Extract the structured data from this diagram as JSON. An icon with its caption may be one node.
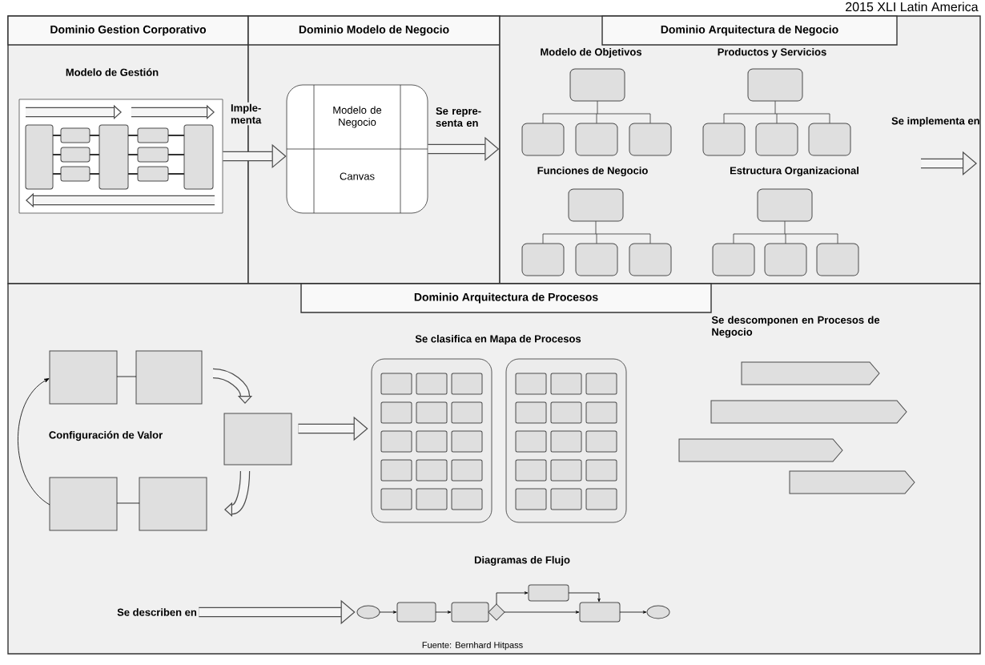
{
  "diagram": {
    "nodes": [
      {
        "text": [
          "Dominio Gestion Corporativo"
        ]
      },
      {
        "text": [
          "Dominio Modelo de Negocio"
        ]
      },
      {
        "text": [
          "Dominio Arquitectura de Negocio"
        ]
      },
      {
        "text": [
          "Dominio Arquitectura de Procesos"
        ]
      },
      {
        "text": [
          "Modelo de Gestión"
        ],
        "in": 0
      },
      {
        "text": [
          "Modelo de Negocio",
          "Canvas"
        ],
        "in": 1
      },
      {
        "text": [
          "Modelo de Objetivos"
        ],
        "in": 2
      },
      {
        "text": [
          "Productos y Servicios"
        ],
        "in": 2
      },
      {
        "text": [
          "Funciones de Negocio"
        ],
        "in": 2
      },
      {
        "text": [
          "Estructura Organizacional"
        ],
        "in": 2
      },
      {
        "text": [
          "Configuración de Valor"
        ],
        "in": 3
      },
      {
        "text": [
          "Se clasifica  en Mapa de Procesos"
        ],
        "in": 3
      },
      {
        "text": [
          "Se descomponen en Procesos de Negocio"
        ],
        "in": 3
      },
      {
        "text": [
          "Diagramas de Flujo"
        ],
        "in": 3
      },
      {
        "text": [
          "Se describen en"
        ],
        "in": 3
      }
    ],
    "edges": [
      {
        "from": 4,
        "to": 5,
        "arrow": "to",
        "label": "Imple- menta"
      },
      {
        "from": 5,
        "to": 2,
        "arrow": "to",
        "label": "Se repre- senta en"
      },
      {
        "from": 10,
        "to": 11,
        "arrow": "to"
      },
      {
        "from": 14,
        "to": 13,
        "arrow": "to"
      }
    ],
    "labels": [
      "2015 XLI Latin America",
      "Se implementa en",
      "Fuente: Bernhard Hitpass"
    ]
  }
}
